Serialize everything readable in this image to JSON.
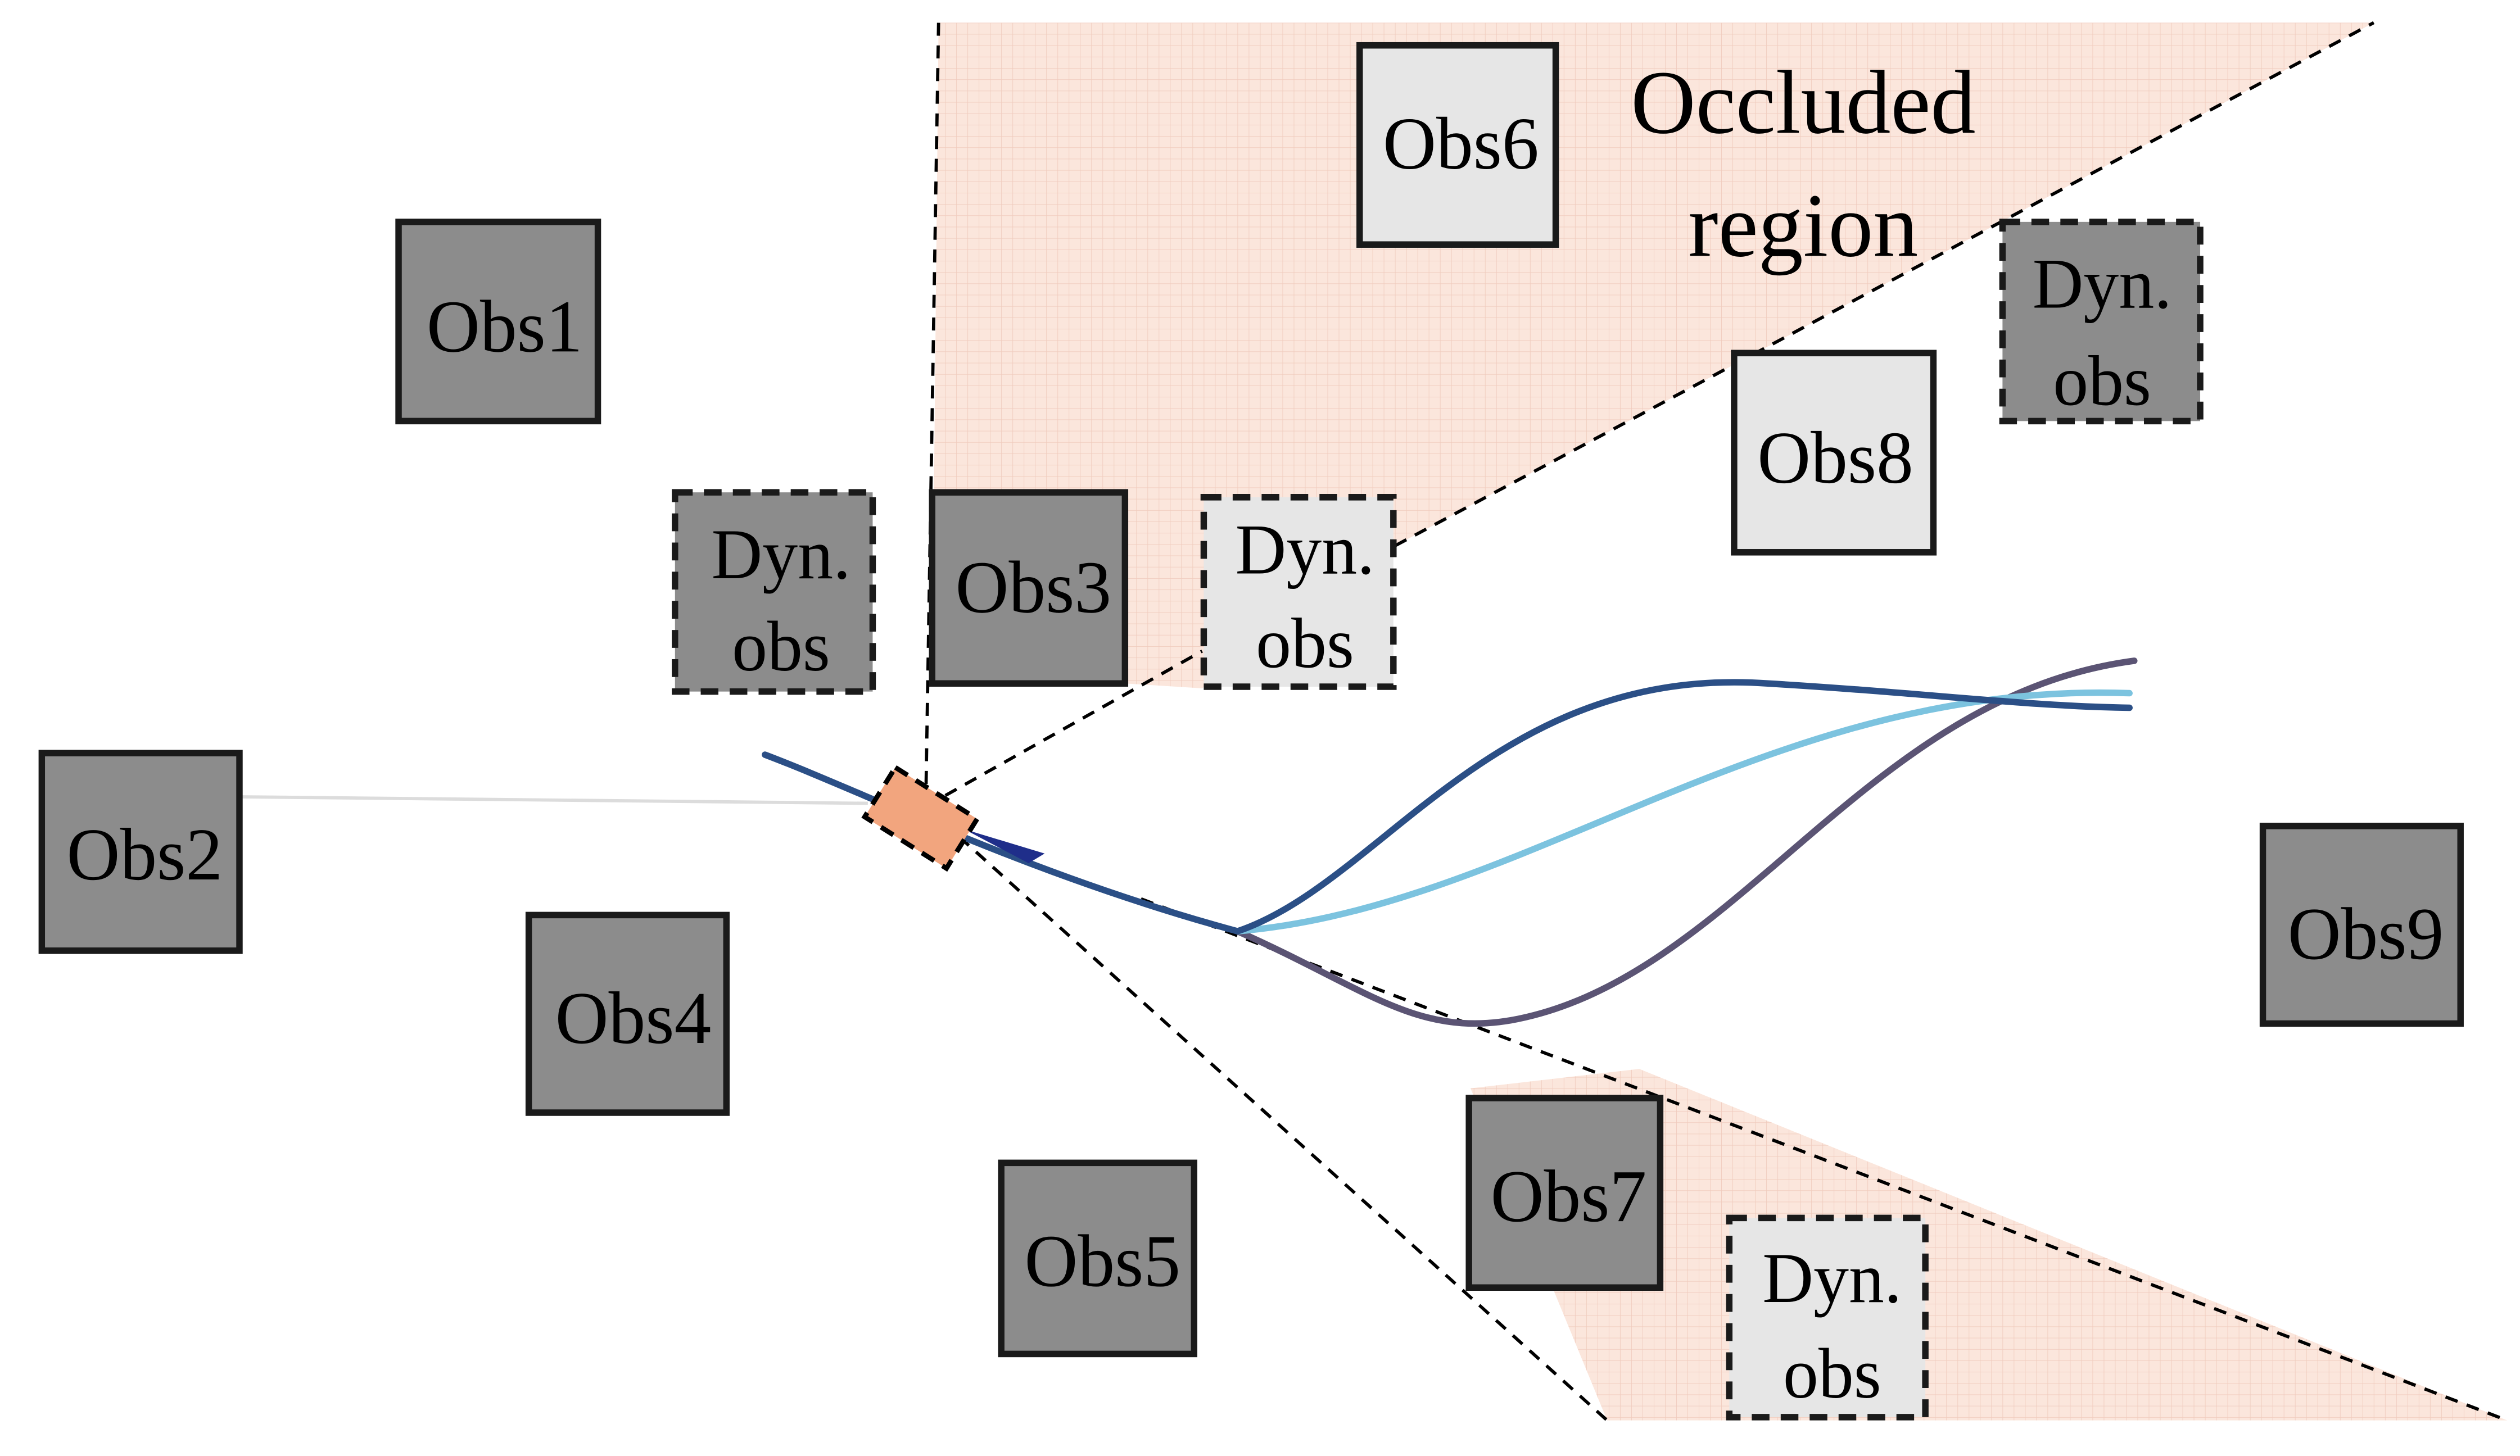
{
  "colors": {
    "background": "#ffffff",
    "occluded_fill": "#fbe6dc",
    "occluded_grid": "#f2cfc2",
    "obstacle_dark": "#8c8c8c",
    "obstacle_light": "#e6e6e6",
    "border": "#1a1a1a",
    "vehicle": "#f2a57e",
    "path_dark_blue": "#2b4f86",
    "path_light_blue": "#7cc3df",
    "path_purple": "#5b5474",
    "heading_arrow": "#1f2e8a"
  },
  "occluded_label": {
    "line1": "Occluded",
    "line2": "region"
  },
  "obstacles": [
    {
      "id": "obs1",
      "label": "Obs1",
      "style": "static-dark"
    },
    {
      "id": "obs2",
      "label": "Obs2",
      "style": "static-dark"
    },
    {
      "id": "obs3",
      "label": "Obs3",
      "style": "static-dark"
    },
    {
      "id": "obs4",
      "label": "Obs4",
      "style": "static-dark"
    },
    {
      "id": "obs5",
      "label": "Obs5",
      "style": "static-dark"
    },
    {
      "id": "obs6",
      "label": "Obs6",
      "style": "static-light"
    },
    {
      "id": "obs7",
      "label": "Obs7",
      "style": "static-dark"
    },
    {
      "id": "obs8",
      "label": "Obs8",
      "style": "static-light"
    },
    {
      "id": "obs9",
      "label": "Obs9",
      "style": "static-dark"
    }
  ],
  "dynamic_obstacles": [
    {
      "id": "dyn-left",
      "line1": "Dyn.",
      "line2": "obs",
      "style": "dynamic-dark"
    },
    {
      "id": "dyn-mid",
      "line1": "Dyn.",
      "line2": "obs",
      "style": "dynamic-light"
    },
    {
      "id": "dyn-top-right",
      "line1": "Dyn.",
      "line2": "obs",
      "style": "dynamic-dark"
    },
    {
      "id": "dyn-bottom",
      "line1": "Dyn.",
      "line2": "obs",
      "style": "dynamic-light"
    }
  ]
}
